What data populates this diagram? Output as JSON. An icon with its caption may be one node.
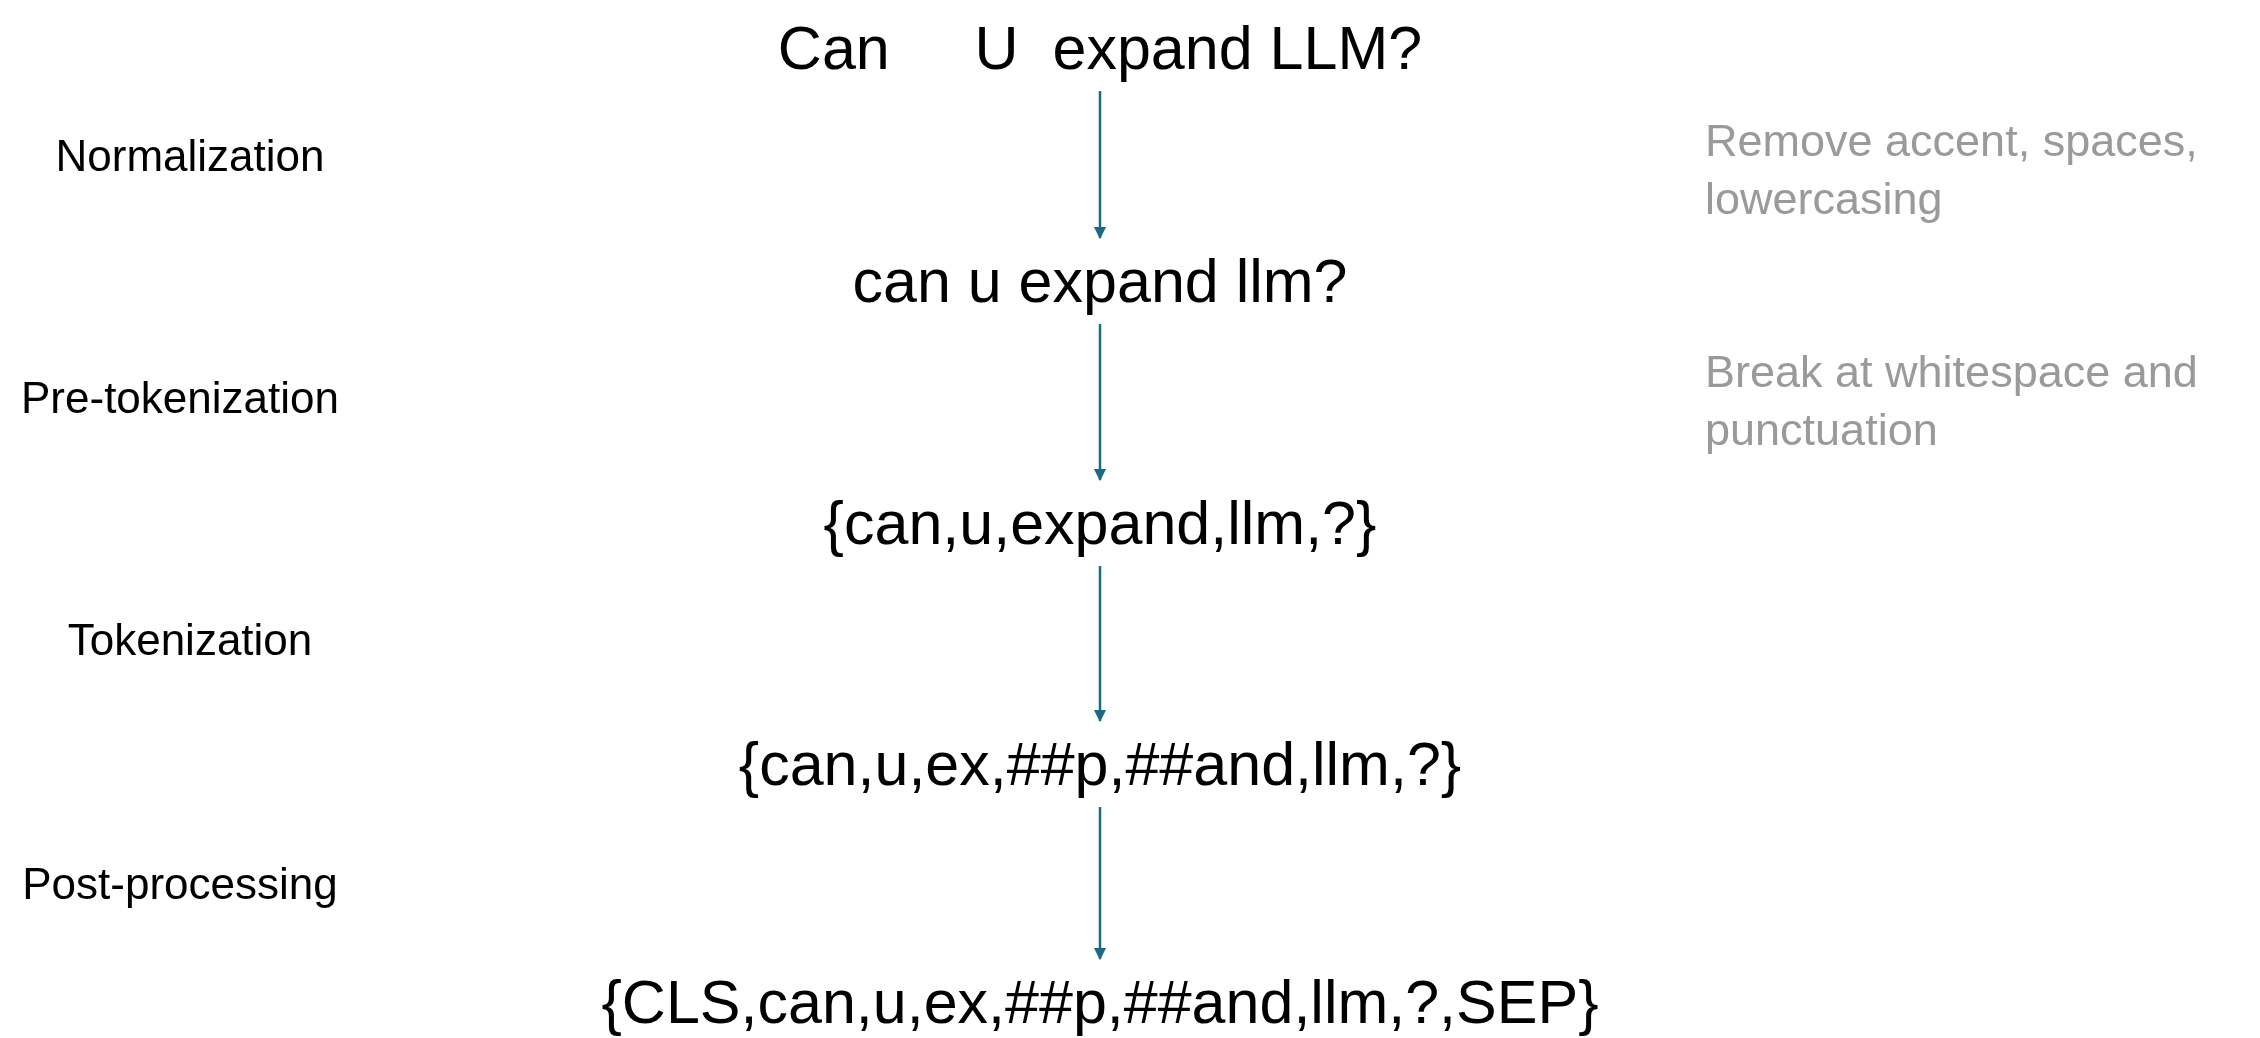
{
  "diagram": {
    "nodes": [
      {
        "text": [
          "Can     U  expand LLM?"
        ]
      },
      {
        "text": [
          "can u expand llm?"
        ]
      },
      {
        "text": [
          "{can,u,expand,llm,?}"
        ]
      },
      {
        "text": [
          "{can,u,ex,##p,##and,llm,?}"
        ]
      },
      {
        "text": [
          "{CLS,can,u,ex,##p,##and,llm,?,SEP}"
        ]
      }
    ],
    "edges": [
      {
        "from": 0,
        "to": 1,
        "arrow": "to"
      },
      {
        "from": 1,
        "to": 2,
        "arrow": "to"
      },
      {
        "from": 2,
        "to": 3,
        "arrow": "to"
      },
      {
        "from": 3,
        "to": 4,
        "arrow": "to"
      }
    ],
    "labels": [
      "Normalization",
      "Remove accent, spaces, lowercasing",
      "Pre-tokenization",
      "Break at whitespace and punctuation",
      "Tokenization",
      "Post-processing"
    ]
  }
}
